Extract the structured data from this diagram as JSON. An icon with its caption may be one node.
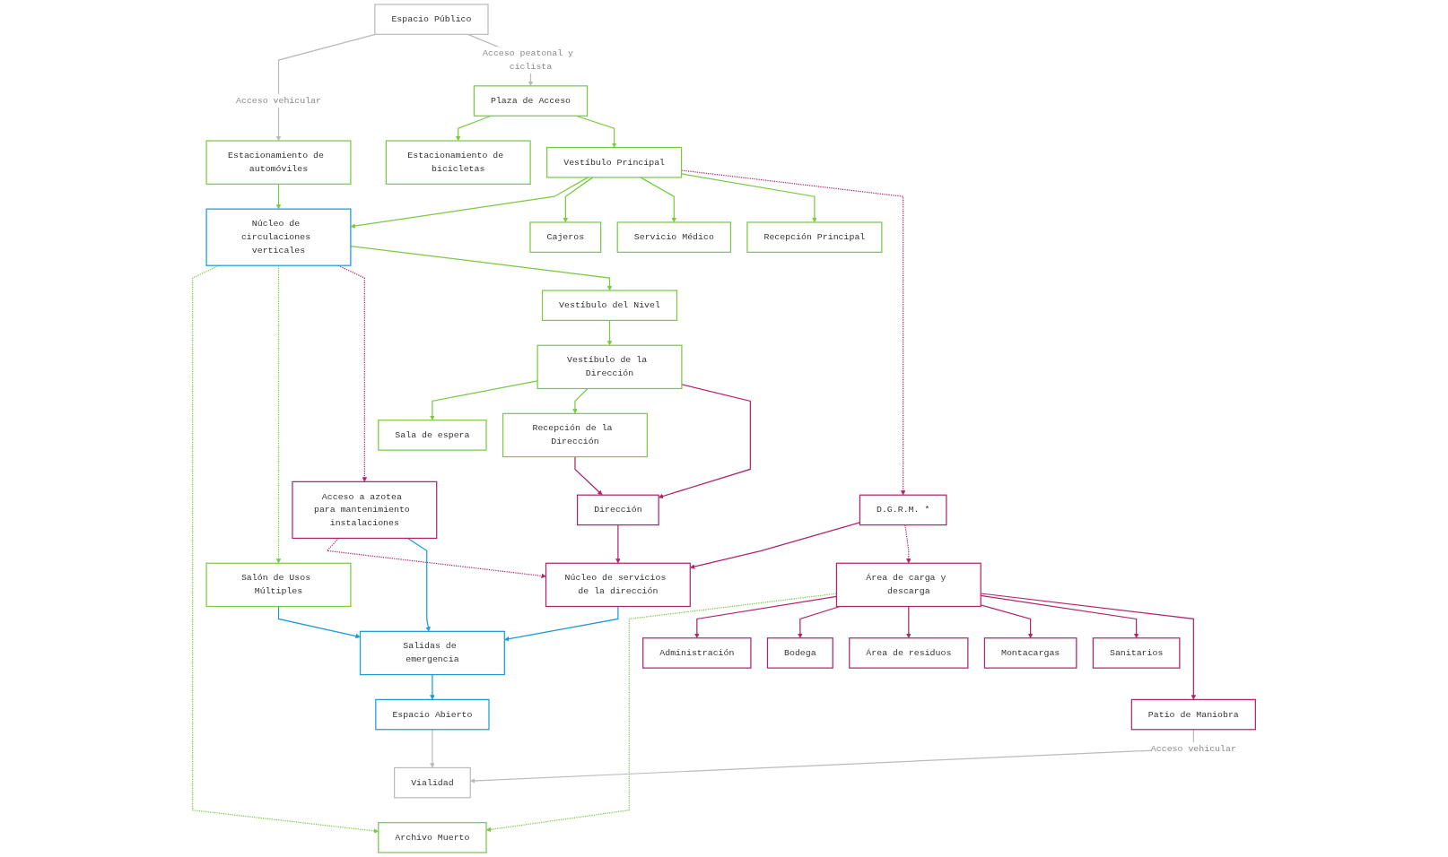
{
  "diagram": {
    "nodes": [
      {
        "text": [
          "Espacio Público"
        ]
      },
      {
        "text": [
          "Estacionamiento de automóviles"
        ]
      },
      {
        "text": [
          "Plaza de Acceso"
        ]
      },
      {
        "text": [
          "Estacionamiento de bicicletas"
        ]
      },
      {
        "text": [
          "Archivo Muerto"
        ]
      },
      {
        "text": [
          "Núcleo de circulaciones verticales"
        ]
      },
      {
        "text": [
          "Vestíbulo Principal"
        ]
      },
      {
        "text": [
          "Cajeros"
        ]
      },
      {
        "text": [
          "Servicio Médico"
        ]
      },
      {
        "text": [
          "Administración"
        ]
      },
      {
        "text": [
          "Bodega"
        ]
      },
      {
        "text": [
          "Vestíbulo del Nivel"
        ]
      },
      {
        "text": [
          "Recepción Principal"
        ]
      },
      {
        "text": [
          "Área de carga y descarga"
        ]
      },
      {
        "text": [
          "Área de residuos"
        ]
      },
      {
        "text": [
          "Vestíbulo de la Dirección"
        ]
      },
      {
        "text": [
          "Sala de espera"
        ]
      },
      {
        "text": [
          "D.G.R.M. *"
        ]
      },
      {
        "text": [
          "Montacargas"
        ]
      },
      {
        "text": [
          "Recepción de la Dirección"
        ]
      },
      {
        "text": [
          "Dirección"
        ]
      },
      {
        "text": [
          "Núcleo de servicios de la dirección"
        ]
      },
      {
        "text": [
          "Sanitarios"
        ]
      },
      {
        "text": [
          "Acceso a azotea para mantenimiento instalaciones"
        ]
      },
      {
        "text": [
          "Salidas de emergencia"
        ]
      },
      {
        "text": [
          "Patio de Maniobra"
        ]
      },
      {
        "text": [
          "Salón de Usos Múltiples"
        ]
      },
      {
        "text": [
          "Espacio Abierto"
        ]
      },
      {
        "text": [
          "Vialidad"
        ]
      }
    ],
    "edges": [
      {
        "from": 0,
        "to": 1,
        "arrow": "to",
        "label": "Acceso vehicular",
        "color": "#bbbbbb"
      },
      {
        "from": 0,
        "to": 2,
        "arrow": "to",
        "label": "Acceso peatonal y ciclista",
        "color": "#bbbbbb"
      },
      {
        "from": 1,
        "to": 5,
        "arrow": "to",
        "color": "#7ac943"
      },
      {
        "from": 2,
        "to": 3,
        "arrow": "to",
        "color": "#7ac943"
      },
      {
        "from": 2,
        "to": 6,
        "arrow": "to",
        "color": "#7ac943"
      },
      {
        "from": 6,
        "to": 5,
        "arrow": "to",
        "color": "#7ac943"
      },
      {
        "from": 6,
        "to": 7,
        "arrow": "to",
        "color": "#7ac943"
      },
      {
        "from": 6,
        "to": 8,
        "arrow": "to",
        "color": "#7ac943"
      },
      {
        "from": 6,
        "to": 12,
        "arrow": "to",
        "color": "#7ac943"
      },
      {
        "from": 6,
        "to": 17,
        "arrow": "to",
        "style": "dashed",
        "color": "#b0246a"
      },
      {
        "from": 5,
        "to": 4,
        "arrow": "to",
        "style": "dashed",
        "color": "#7ac943"
      },
      {
        "from": 5,
        "to": 26,
        "arrow": "to",
        "style": "dashed",
        "color": "#7ac943"
      },
      {
        "from": 5,
        "to": 23,
        "arrow": "to",
        "style": "dashed",
        "color": "#b0246a"
      },
      {
        "from": 5,
        "to": 11,
        "arrow": "to",
        "color": "#7ac943"
      },
      {
        "from": 11,
        "to": 15,
        "arrow": "to",
        "color": "#7ac943"
      },
      {
        "from": 15,
        "to": 16,
        "arrow": "to",
        "color": "#7ac943"
      },
      {
        "from": 15,
        "to": 19,
        "arrow": "to",
        "color": "#7ac943"
      },
      {
        "from": 15,
        "to": 20,
        "arrow": "to",
        "color": "#b0246a"
      },
      {
        "from": 19,
        "to": 20,
        "arrow": "to",
        "color": "#b0246a"
      },
      {
        "from": 20,
        "to": 21,
        "arrow": "to",
        "color": "#b0246a"
      },
      {
        "from": 23,
        "to": 21,
        "arrow": "to",
        "style": "dashed",
        "color": "#b0246a"
      },
      {
        "from": 17,
        "to": 21,
        "arrow": "to",
        "color": "#b0246a"
      },
      {
        "from": 17,
        "to": 13,
        "arrow": "to",
        "style": "dashed",
        "color": "#b0246a"
      },
      {
        "from": 13,
        "to": 4,
        "arrow": "to",
        "style": "dashed",
        "color": "#7ac943"
      },
      {
        "from": 13,
        "to": 9,
        "arrow": "to",
        "color": "#b0246a"
      },
      {
        "from": 13,
        "to": 10,
        "arrow": "to",
        "color": "#b0246a"
      },
      {
        "from": 13,
        "to": 14,
        "arrow": "to",
        "color": "#b0246a"
      },
      {
        "from": 13,
        "to": 18,
        "arrow": "to",
        "color": "#b0246a"
      },
      {
        "from": 13,
        "to": 22,
        "arrow": "to",
        "color": "#b0246a"
      },
      {
        "from": 13,
        "to": 25,
        "arrow": "to",
        "color": "#b0246a"
      },
      {
        "from": 21,
        "to": 24,
        "arrow": "to",
        "color": "#1a9bd7"
      },
      {
        "from": 23,
        "to": 24,
        "arrow": "to",
        "color": "#1a9bd7"
      },
      {
        "from": 26,
        "to": 24,
        "arrow": "to",
        "color": "#1a9bd7"
      },
      {
        "from": 24,
        "to": 27,
        "arrow": "to",
        "color": "#1a9bd7"
      },
      {
        "from": 27,
        "to": 28,
        "arrow": "to",
        "color": "#bbbbbb"
      },
      {
        "from": 25,
        "to": 28,
        "arrow": "to",
        "label": "Acceso vehicular",
        "color": "#bbbbbb"
      }
    ]
  }
}
